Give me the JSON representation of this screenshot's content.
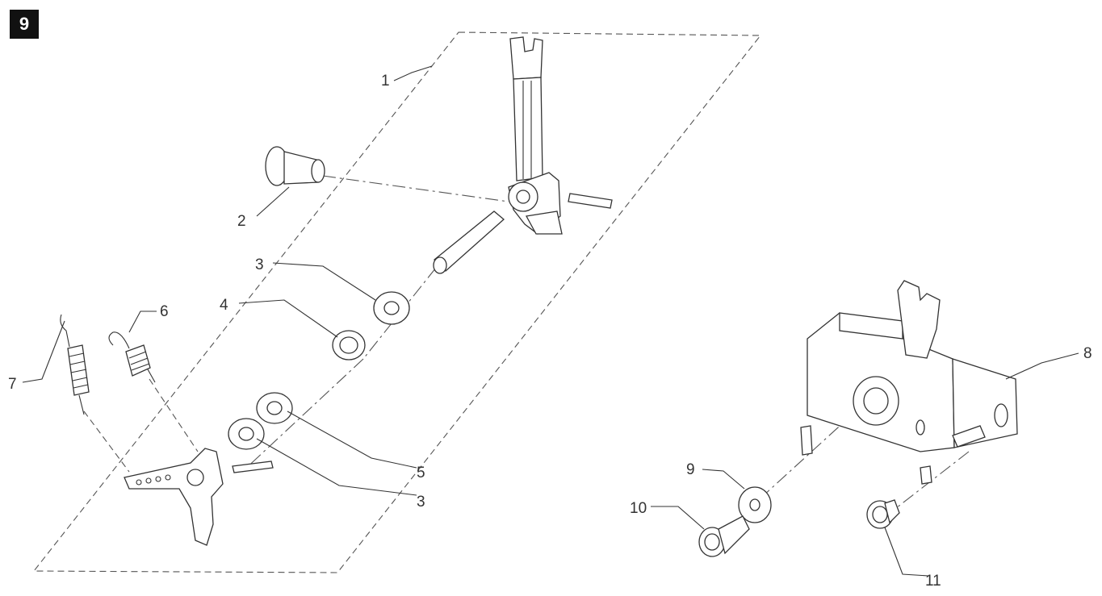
{
  "figure_number": "9",
  "callouts": [
    {
      "id": "c1",
      "text": "1"
    },
    {
      "id": "c2",
      "text": "2"
    },
    {
      "id": "c3a",
      "text": "3"
    },
    {
      "id": "c3b",
      "text": "3"
    },
    {
      "id": "c4",
      "text": "4"
    },
    {
      "id": "c5",
      "text": "5"
    },
    {
      "id": "c6",
      "text": "6"
    },
    {
      "id": "c7",
      "text": "7"
    },
    {
      "id": "c8",
      "text": "8"
    },
    {
      "id": "c9",
      "text": "9"
    },
    {
      "id": "c10",
      "text": "10"
    },
    {
      "id": "c11",
      "text": "11"
    }
  ],
  "colors": {
    "ink": "#333333",
    "badge": "#111111",
    "background": "#ffffff"
  }
}
